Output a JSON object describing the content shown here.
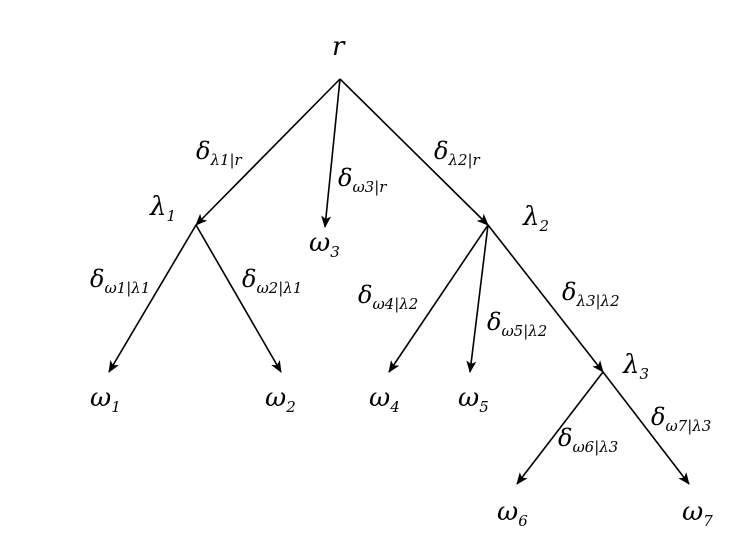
{
  "diagram": {
    "nodes": [
      {
        "id": "r",
        "base": "r",
        "sub": ""
      },
      {
        "id": "lambda1",
        "base": "λ",
        "sub": "1"
      },
      {
        "id": "lambda2",
        "base": "λ",
        "sub": "2"
      },
      {
        "id": "lambda3",
        "base": "λ",
        "sub": "3"
      },
      {
        "id": "omega1",
        "base": "ω",
        "sub": "1"
      },
      {
        "id": "omega2",
        "base": "ω",
        "sub": "2"
      },
      {
        "id": "omega3",
        "base": "ω",
        "sub": "3"
      },
      {
        "id": "omega4",
        "base": "ω",
        "sub": "4"
      },
      {
        "id": "omega5",
        "base": "ω",
        "sub": "5"
      },
      {
        "id": "omega6",
        "base": "ω",
        "sub": "6"
      },
      {
        "id": "omega7",
        "base": "ω",
        "sub": "7"
      }
    ],
    "edges": [
      {
        "from": "r",
        "to": "lambda1",
        "base": "δ",
        "sub": "λ1|r"
      },
      {
        "from": "r",
        "to": "omega3",
        "base": "δ",
        "sub": "ω3|r"
      },
      {
        "from": "r",
        "to": "lambda2",
        "base": "δ",
        "sub": "λ2|r"
      },
      {
        "from": "lambda1",
        "to": "omega1",
        "base": "δ",
        "sub": "ω1|λ1"
      },
      {
        "from": "lambda1",
        "to": "omega2",
        "base": "δ",
        "sub": "ω2|λ1"
      },
      {
        "from": "lambda2",
        "to": "omega4",
        "base": "δ",
        "sub": "ω4|λ2"
      },
      {
        "from": "lambda2",
        "to": "omega5",
        "base": "δ",
        "sub": "ω5|λ2"
      },
      {
        "from": "lambda2",
        "to": "lambda3",
        "base": "δ",
        "sub": "λ3|λ2"
      },
      {
        "from": "lambda3",
        "to": "omega6",
        "base": "δ",
        "sub": "ω6|λ3"
      },
      {
        "from": "lambda3",
        "to": "omega7",
        "base": "δ",
        "sub": "ω7|λ3"
      }
    ]
  }
}
